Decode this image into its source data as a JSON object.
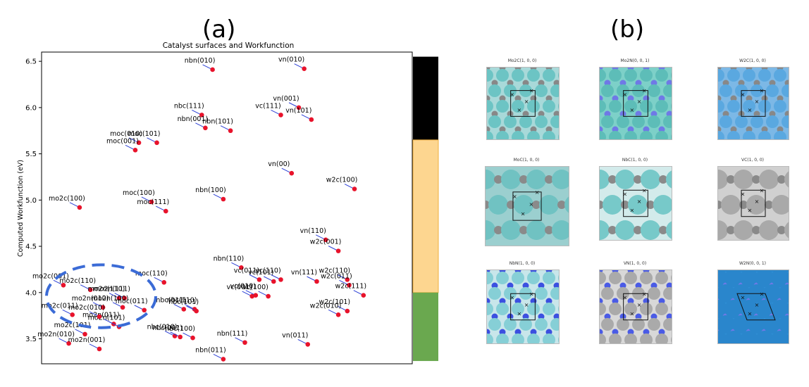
{
  "panel_labels": {
    "a": "(a)",
    "b": "(b)"
  },
  "chart_data": {
    "type": "scatter",
    "title": "Catalyst surfaces and Workfunction",
    "xlabel": "",
    "ylabel": "Computed Workfunction (eV)",
    "ylim": [
      3.23,
      6.6
    ],
    "yticks": [
      3.5,
      4.0,
      4.5,
      5.0,
      5.5,
      6.0,
      6.5
    ],
    "xlim": [
      0,
      1
    ],
    "grid": false,
    "point_color": "#e8132b",
    "arrow_color": "#2b3fd6",
    "band_colors": [
      "#000000",
      "#fdd690",
      "#6aa84f"
    ],
    "band_ranges": [
      [
        5.65,
        6.55
      ],
      [
        4.0,
        5.65
      ],
      [
        3.26,
        4.0
      ]
    ],
    "highlight": {
      "cx": 0.15,
      "cy": 3.96,
      "rx": 0.38,
      "ry": 0.4,
      "color": "#3b6bd6"
    },
    "points": [
      {
        "label": "vn(010)",
        "x": 0.715,
        "y": 6.42
      },
      {
        "label": "nbn(010)",
        "x": 0.46,
        "y": 6.41
      },
      {
        "label": "vn(001)",
        "x": 0.7,
        "y": 6.0
      },
      {
        "label": "nbc(111)",
        "x": 0.43,
        "y": 5.92
      },
      {
        "label": "vc(111)",
        "x": 0.65,
        "y": 5.92
      },
      {
        "label": "vn(101)",
        "x": 0.735,
        "y": 5.87
      },
      {
        "label": "nbn(001)",
        "x": 0.44,
        "y": 5.78
      },
      {
        "label": "nbn(101)",
        "x": 0.51,
        "y": 5.75
      },
      {
        "label": "moc(010)",
        "x": 0.255,
        "y": 5.62
      },
      {
        "label": "moc(101)",
        "x": 0.305,
        "y": 5.62
      },
      {
        "label": "moc(001)",
        "x": 0.245,
        "y": 5.54
      },
      {
        "label": "vn(00)",
        "x": 0.68,
        "y": 5.29
      },
      {
        "label": "w2c(100)",
        "x": 0.855,
        "y": 5.12
      },
      {
        "label": "nbn(100)",
        "x": 0.49,
        "y": 5.01
      },
      {
        "label": "mo2c(100)",
        "x": 0.09,
        "y": 4.92
      },
      {
        "label": "moc(100)",
        "x": 0.29,
        "y": 4.98
      },
      {
        "label": "moc(111)",
        "x": 0.33,
        "y": 4.88
      },
      {
        "label": "vn(110)",
        "x": 0.775,
        "y": 4.57
      },
      {
        "label": "w2c(001)",
        "x": 0.81,
        "y": 4.45
      },
      {
        "label": "nbn(110)",
        "x": 0.54,
        "y": 4.27
      },
      {
        "label": "vc(011)",
        "x": 0.59,
        "y": 4.14
      },
      {
        "label": "vc(110)",
        "x": 0.65,
        "y": 4.14
      },
      {
        "label": "vc(101)",
        "x": 0.63,
        "y": 4.12
      },
      {
        "label": "vn(111)",
        "x": 0.75,
        "y": 4.12
      },
      {
        "label": "w2c(110)",
        "x": 0.835,
        "y": 4.14
      },
      {
        "label": "moc(110)",
        "x": 0.325,
        "y": 4.11
      },
      {
        "label": "mo2c(001)",
        "x": 0.045,
        "y": 4.08
      },
      {
        "label": "mo2c(110)",
        "x": 0.12,
        "y": 4.03
      },
      {
        "label": "w2c(011)",
        "x": 0.84,
        "y": 4.08
      },
      {
        "label": "vc(001)",
        "x": 0.57,
        "y": 3.96
      },
      {
        "label": "vc(100)",
        "x": 0.615,
        "y": 3.96
      },
      {
        "label": "vc(010)",
        "x": 0.58,
        "y": 3.97
      },
      {
        "label": "w2c(111)",
        "x": 0.88,
        "y": 3.97
      },
      {
        "label": "mo2n(110)",
        "x": 0.2,
        "y": 3.94
      },
      {
        "label": "mo2n(111)",
        "x": 0.215,
        "y": 3.94
      },
      {
        "label": "mo2n(010)",
        "x": 0.155,
        "y": 3.84
      },
      {
        "label": "mo2n(100)",
        "x": 0.21,
        "y": 3.84
      },
      {
        "label": "moc(011)",
        "x": 0.27,
        "y": 3.81
      },
      {
        "label": "nbc(011)",
        "x": 0.38,
        "y": 3.82
      },
      {
        "label": "nbc(110)",
        "x": 0.41,
        "y": 3.82
      },
      {
        "label": "nbc(101)",
        "x": 0.415,
        "y": 3.8
      },
      {
        "label": "w2c(101)",
        "x": 0.835,
        "y": 3.8
      },
      {
        "label": "w2c(010)",
        "x": 0.81,
        "y": 3.76
      },
      {
        "label": "mo2c(011)",
        "x": 0.07,
        "y": 3.76
      },
      {
        "label": "mo2n(011)",
        "x": 0.185,
        "y": 3.66
      },
      {
        "label": "mo2n(101)",
        "x": 0.2,
        "y": 3.63
      },
      {
        "label": "mo2c(010)",
        "x": 0.145,
        "y": 3.74
      },
      {
        "label": "nbc(010)",
        "x": 0.355,
        "y": 3.53
      },
      {
        "label": "nbc(001)",
        "x": 0.37,
        "y": 3.52
      },
      {
        "label": "nbc(100)",
        "x": 0.405,
        "y": 3.51
      },
      {
        "label": "nbn(111)",
        "x": 0.55,
        "y": 3.46
      },
      {
        "label": "vn(011)",
        "x": 0.725,
        "y": 3.44
      },
      {
        "label": "mo2c(101)",
        "x": 0.105,
        "y": 3.55
      },
      {
        "label": "mo2n(010)",
        "x": 0.06,
        "y": 3.45
      },
      {
        "label": "mo2n(001)",
        "x": 0.145,
        "y": 3.39
      },
      {
        "label": "nbn(011)",
        "x": 0.49,
        "y": 3.28
      }
    ]
  },
  "structures": [
    {
      "title": "Mo2C(1, 0, 0)",
      "bg": "#a8d9d9",
      "big": "#6cc4c4",
      "small": "#888888",
      "style": "a"
    },
    {
      "title": "Mo2N(0, 0, 1)",
      "bg": "#7dd0c8",
      "big": "#5dbdb8",
      "small": "#6f79e6",
      "style": "b"
    },
    {
      "title": "W2C(1, 0, 0)",
      "bg": "#7cb8e6",
      "big": "#5aa8e0",
      "small": "#888888",
      "style": "a"
    },
    {
      "title": "MoC(1, 0, 0)",
      "bg": "#9bcfcf",
      "big": "#70c2c2",
      "small": "#8a8a8a",
      "style": "c"
    },
    {
      "title": "NbC(1, 0, 0)",
      "bg": "#d3ebeb",
      "big": "#77c9c9",
      "small": "#8a8a8a",
      "style": "c"
    },
    {
      "title": "VC(1, 0, 0)",
      "bg": "#d0d0d0",
      "big": "#a9a9a9",
      "small": "#8a8a8a",
      "style": "c"
    },
    {
      "title": "NbN(1, 0, 0)",
      "bg": "#c8e6ea",
      "big": "#86cfd6",
      "small": "#3c50e0",
      "style": "b"
    },
    {
      "title": "VN(1, 0, 0)",
      "bg": "#d8d8d8",
      "big": "#aaaaaa",
      "small": "#4a5be6",
      "style": "b"
    },
    {
      "title": "W2N(0, 0, 1)",
      "bg": "#2f8ed4",
      "big": "#2a86cc",
      "small": "#6f79e6",
      "style": "d"
    }
  ]
}
